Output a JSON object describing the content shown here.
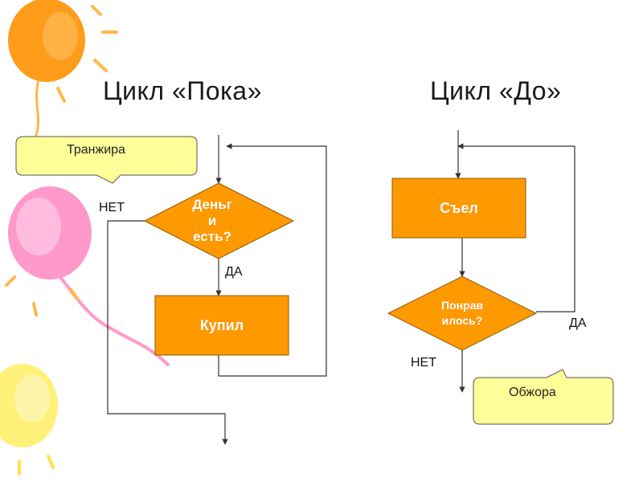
{
  "colors": {
    "process_fill": "#FF9900",
    "decision_fill": "#FF9900",
    "shape_stroke": "#8a5a00",
    "callout_fill": "#FFFF99",
    "line": "#333333",
    "balloon_orange": "#FF9C1A",
    "balloon_pink": "#FF99CC",
    "balloon_yellow": "#FFF07A"
  },
  "left": {
    "title": "Цикл «Пока»",
    "callout": "Транжира",
    "decision": "Деньги\nесть?",
    "decision_lines": [
      "Деньг",
      "и",
      "есть?"
    ],
    "process": "Купил",
    "yes_label": "ДА",
    "no_label": "НЕТ"
  },
  "right": {
    "title": "Цикл «До»",
    "process": "Съел",
    "decision_lines": [
      "Понрав",
      "илось?"
    ],
    "yes_label": "ДА",
    "no_label": "НЕТ",
    "callout": "Обжора"
  }
}
